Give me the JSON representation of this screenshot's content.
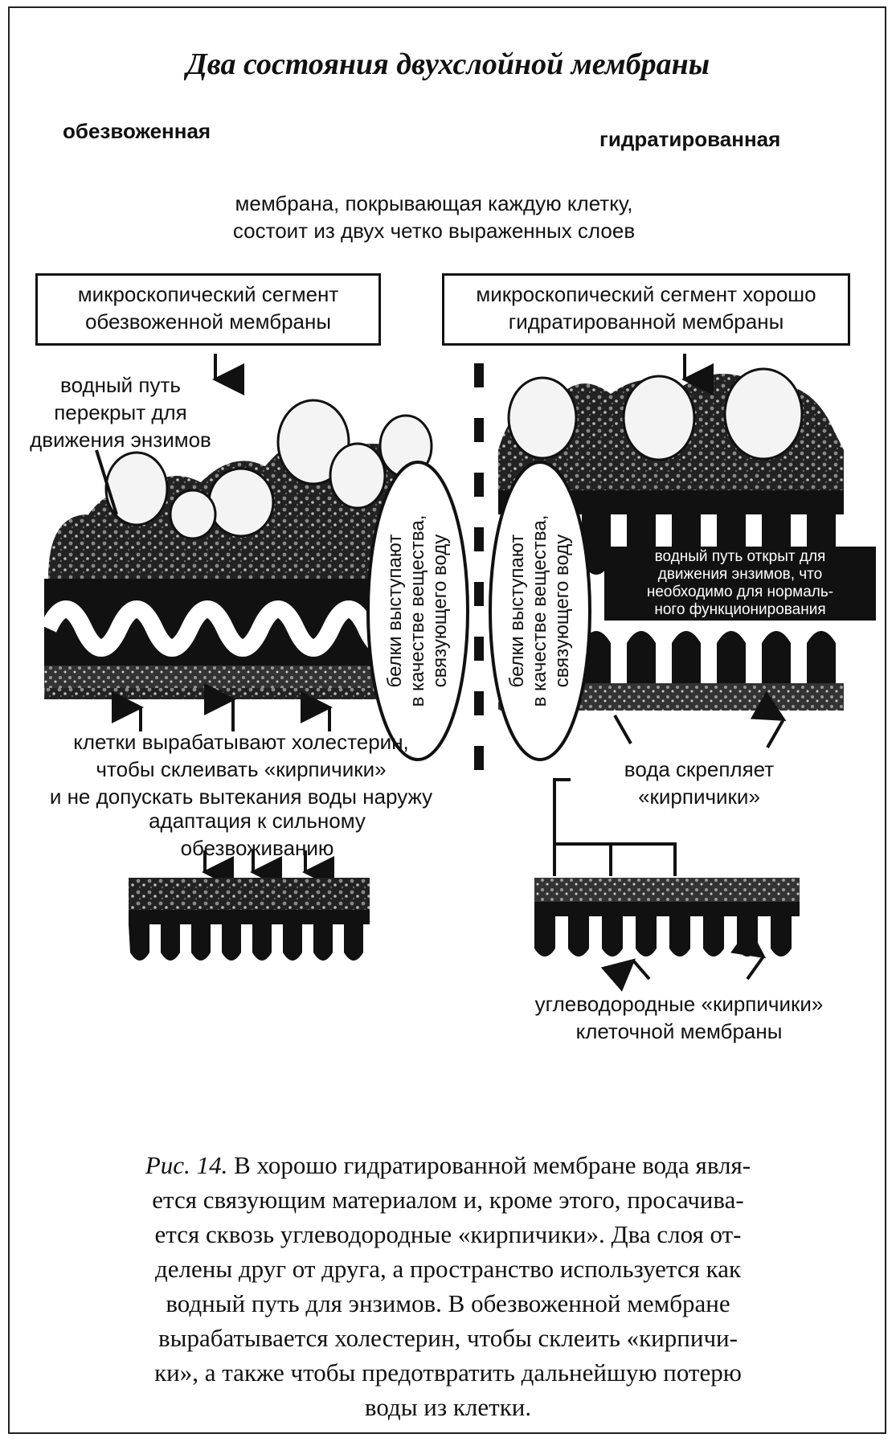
{
  "title": "Два состояния двухслойной мембраны",
  "states": {
    "left": "обезвоженная",
    "right": "гидратированная"
  },
  "intro": {
    "line1": "мембрана, покрывающая каждую клетку,",
    "line2": "состоит из двух четко выраженных слоев"
  },
  "boxes": {
    "left": {
      "line1": "микроскопический сегмент",
      "line2": "обезвоженной мембраны"
    },
    "right": {
      "line1": "микроскопический сегмент хорошо",
      "line2": "гидратированной мембраны"
    }
  },
  "labels": {
    "water_closed": {
      "line1": "водный путь",
      "line2": "перекрыт для",
      "line3": "движения энзимов"
    },
    "protein_oval": {
      "line1": "белки выступают",
      "line2": "в качестве вещества,",
      "line3": "связующего воду"
    },
    "water_open": {
      "line1": "водный путь открыт для",
      "line2": "движения энзимов, что",
      "line3": "необходимо для нормаль-",
      "line4": "ного функционирования"
    },
    "cholesterol": {
      "line1": "клетки вырабатывают холестерин,",
      "line2": "чтобы склеивать «кирпичики»",
      "line3": "и не допускать вытекания воды наружу"
    },
    "water_binds": {
      "line1": "вода скрепляет",
      "line2": "«кирпичики»"
    },
    "adaptation": {
      "line1": "адаптация к сильному",
      "line2": "обезвоживанию"
    },
    "bricks": {
      "line1": "углеводородные «кирпичики»",
      "line2": "клеточной мембраны"
    }
  },
  "caption": {
    "fig": "Рис. 14.",
    "lines": [
      "В хорошо гидратированной мембране вода явля-",
      "ется связующим материалом и, кроме этого, просачива-",
      "ется сквозь углеводородные «кирпичики». Два слоя от-",
      "делены друг от друга, а пространство используется как",
      "водный путь для энзимов. В обезвоженной мембране",
      "вырабатывается холестерин, чтобы склеить «кирпичи-",
      "ки», а также чтобы предотвратить дальнейшую потерю",
      "воды из клетки."
    ]
  },
  "colors": {
    "ink": "#111111",
    "paper": "#ffffff",
    "speckle": "#555555"
  }
}
